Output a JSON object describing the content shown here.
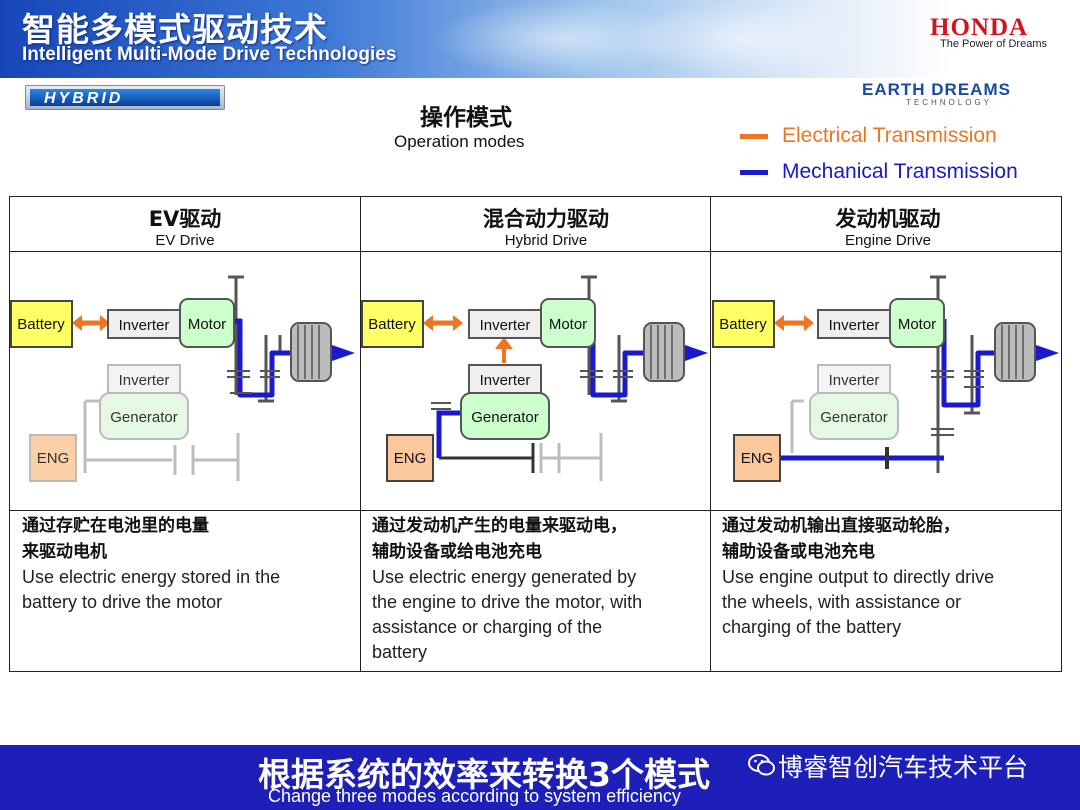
{
  "header": {
    "title_cn": "智能多模式驱动技术",
    "title_en": "Intelligent Multi-Mode Drive Technologies",
    "brand": "HONDA",
    "brand_tagline": "The Power of Dreams",
    "hybrid_logo": "HYBRID",
    "earth_dreams": "EARTH DREAMS",
    "earth_dreams_sub": "TECHNOLOGY"
  },
  "operation": {
    "title_cn": "操作模式",
    "title_en": "Operation modes"
  },
  "legend": [
    {
      "label": "Electrical Transmission",
      "color": "#f07522"
    },
    {
      "label": "Mechanical Transmission",
      "color": "#1a1acc"
    }
  ],
  "components": {
    "battery": "Battery",
    "inverter": "Inverter",
    "motor": "Motor",
    "generator": "Generator",
    "engine": "ENG"
  },
  "modes": [
    {
      "title_cn": "EV驱动",
      "title_en": "EV Drive",
      "desc_cn": [
        "通过存贮在电池里的电量",
        "来驱动电机"
      ],
      "desc_en": [
        "Use electric energy stored in the",
        "battery to drive the motor"
      ]
    },
    {
      "title_cn": "混合动力驱动",
      "title_en": "Hybrid Drive",
      "desc_cn": [
        "通过发动机产生的电量来驱动电，",
        "辅助设备或给电池充电"
      ],
      "desc_en": [
        "Use electric energy generated by",
        "the engine to drive the motor, with",
        "assistance or charging  of the",
        "battery"
      ]
    },
    {
      "title_cn": "发动机驱动",
      "title_en": "Engine Drive",
      "desc_cn": [
        "通过发动机输出直接驱动轮胎，",
        "辅助设备或电池充电"
      ],
      "desc_en": [
        "Use engine output to directly drive",
        "the wheels, with assistance or",
        "charging  of the battery"
      ]
    }
  ],
  "footer": {
    "title_cn": "根据系统的效率来转换3个模式",
    "title_en": "Change three modes according to system efficiency",
    "watermark": "博睿智创汽车技术平台"
  }
}
